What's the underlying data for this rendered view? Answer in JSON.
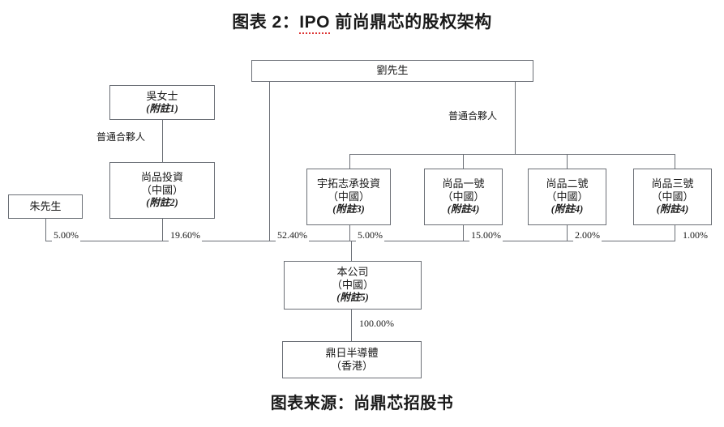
{
  "title": {
    "prefix": "图表 2：",
    "latin": "IPO",
    "suffix": " 前尚鼎芯的股权架构"
  },
  "source": "图表来源：尚鼎芯招股书",
  "nodes": {
    "liu": {
      "name": "劉先生"
    },
    "wu": {
      "name": "吳女士",
      "note": "(附註1)"
    },
    "zhu": {
      "name": "朱先生"
    },
    "shangpin_invest": {
      "name": "尚品投資",
      "region": "（中國）",
      "note": "(附註2)"
    },
    "yutuo": {
      "name": "宇拓志承投資",
      "region": "（中國）",
      "note": "(附註3)"
    },
    "sp1": {
      "name": "尚品一號",
      "region": "（中國）",
      "note": "(附註4)"
    },
    "sp2": {
      "name": "尚品二號",
      "region": "（中國）",
      "note": "(附註4)"
    },
    "sp3": {
      "name": "尚品三號",
      "region": "（中國）",
      "note": "(附註4)"
    },
    "company": {
      "name": "本公司",
      "region": "（中國）",
      "note": "(附註5)"
    },
    "hk": {
      "name": "鼎日半導體",
      "region": "（香港）"
    }
  },
  "edge_labels": {
    "gp_left": "普通合夥人",
    "gp_right": "普通合夥人"
  },
  "percentages": {
    "zhu": "5.00%",
    "shangpin_invest": "19.60%",
    "liu": "52.40%",
    "yutuo": "5.00%",
    "sp1": "15.00%",
    "sp2": "2.00%",
    "sp3": "1.00%",
    "company_to_hk": "100.00%"
  },
  "colors": {
    "line": "#6b6f76",
    "text": "#1a1a1a",
    "spell_underline": "#dd3333",
    "background": "#ffffff"
  }
}
